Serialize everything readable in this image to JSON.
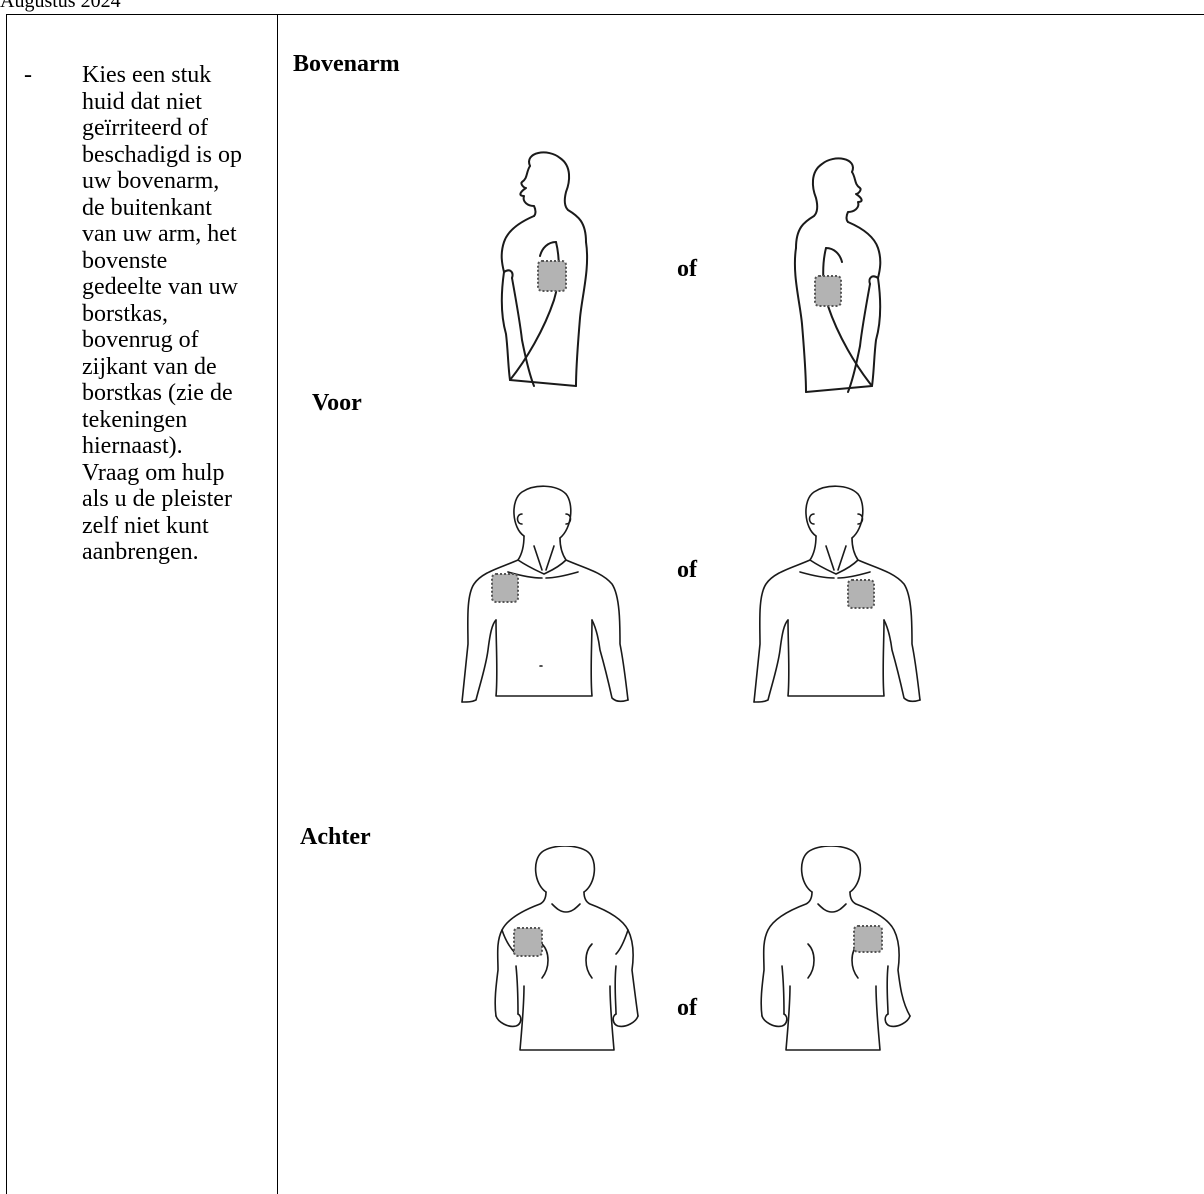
{
  "header": {
    "date": "Augustus 2024"
  },
  "instructions": {
    "bullet": "-",
    "text": "Kies een stuk\nhuid dat niet\ngeïrriteerd of\nbeschadigd is op\nuw bovenarm,\nde buitenkant\nvan uw arm, het\nbovenste\ngedeelte van uw\nborstkas,\nbovenrug of\nzijkant van de\nborstkas (zie de\ntekeningen\nhiernaast).\nVraag om hulp\nals u de pleister\nzelf niet kunt\naanbrengen."
  },
  "sections": {
    "upper_arm": "Bovenarm",
    "front": "Voor",
    "back": "Achter"
  },
  "separator": "of",
  "figures": {
    "line_color": "#1a1a1a",
    "patch_color": "#b3b3b3",
    "patch_border_color": "#555555",
    "items": [
      "arm-side-left-figure",
      "arm-side-right-figure",
      "chest-front-left-figure",
      "chest-front-right-figure",
      "back-left-figure",
      "back-right-figure"
    ]
  }
}
